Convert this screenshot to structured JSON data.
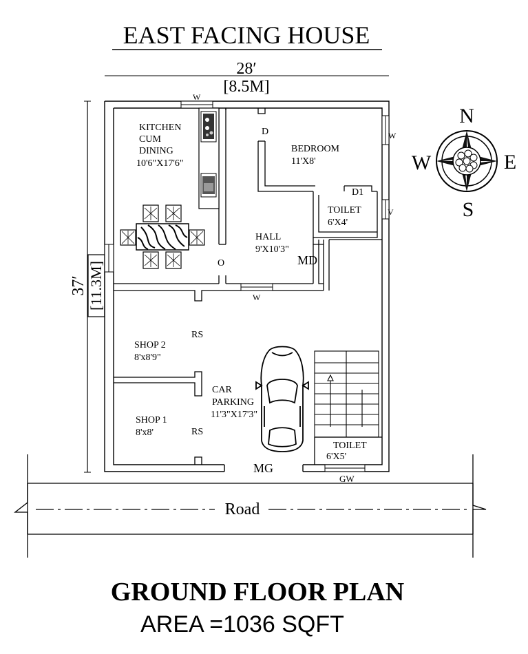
{
  "title": "EAST FACING HOUSE",
  "dimensions": {
    "width_ft": "28′",
    "width_m": "[8.5M]",
    "depth_ft": "37′",
    "depth_m": "[11.3M]"
  },
  "compass": {
    "north": "N",
    "south": "S",
    "east": "E",
    "west": "W"
  },
  "rooms": {
    "kitchen": {
      "line1": "KITCHEN",
      "line2": "CUM",
      "line3": "DINING",
      "size": "10'6\"X17'6\""
    },
    "bedroom": {
      "name": "BEDROOM",
      "size": "11'X8'"
    },
    "toilet_upper": {
      "name": "TOILET",
      "size": "6'X4'"
    },
    "hall": {
      "name": "HALL",
      "size": "9'X10'3\""
    },
    "shop2": {
      "name": "SHOP 2",
      "size": "8'x8'9\""
    },
    "shop1": {
      "name": "SHOP 1",
      "size": "8'x8'"
    },
    "car_parking": {
      "line1": "CAR",
      "line2": "PARKING",
      "size": "11'3\"X17'3\""
    },
    "toilet_lower": {
      "name": "TOILET",
      "size": "6'X5'"
    }
  },
  "markers": {
    "window_top": "W",
    "window_bedroom": "W",
    "vent_toilet": "V",
    "window_hall": "W",
    "door_bedroom": "D",
    "door_toilet": "D1",
    "opening": "O",
    "main_door": "MD",
    "rolling_shutter_1": "RS",
    "rolling_shutter_2": "RS",
    "main_gate": "MG",
    "gate_window": "GW"
  },
  "road": "Road",
  "footer": {
    "plan_title": "GROUND FLOOR PLAN",
    "area": "AREA =1036 SQFT"
  }
}
